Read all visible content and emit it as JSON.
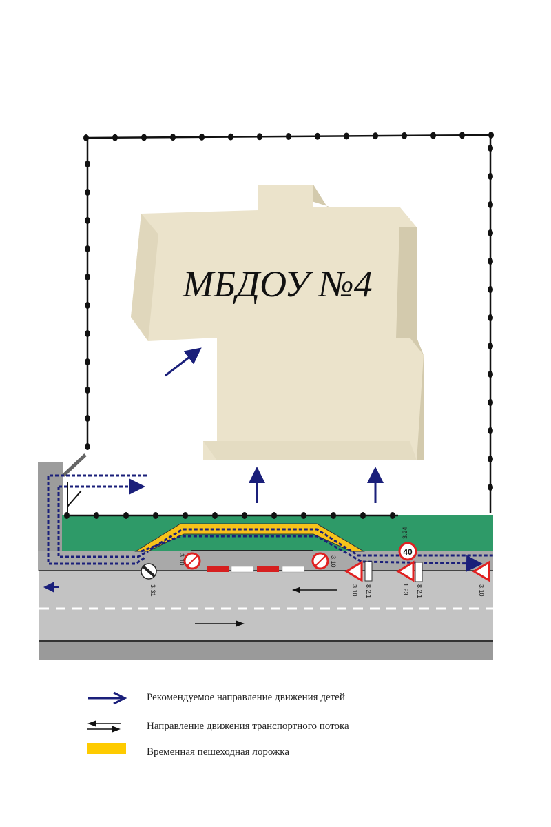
{
  "building": {
    "label": "МБДОУ №4"
  },
  "signs": {
    "s310": "3.10",
    "s331": "3.31",
    "s821": "8.2.1",
    "s123": "1.23",
    "s324": "3.24",
    "speed_limit": "40"
  },
  "legend": [
    {
      "icon": "children-route-arrow",
      "label": "Рекомендуемое направление движения детей"
    },
    {
      "icon": "traffic-flow-arrows",
      "label": "Направление движения транспортного потока"
    },
    {
      "icon": "yellow-swatch",
      "label": "Временная пешеходная лорожка"
    }
  ],
  "colors": {
    "route": "#1a1f7a",
    "path": "#f7c21a",
    "grass": "#2e9a68",
    "road": "#c3c3c3",
    "building": "#ebe3cb"
  }
}
